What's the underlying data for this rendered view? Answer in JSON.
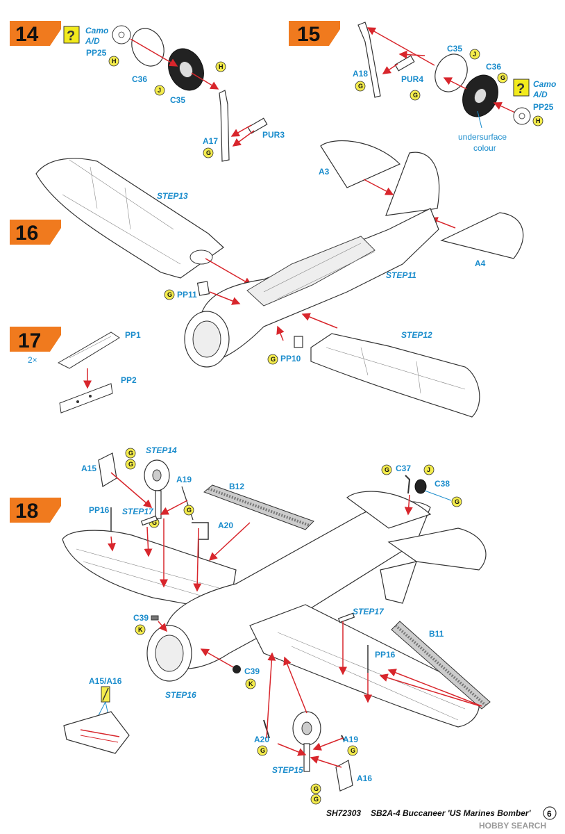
{
  "steps": {
    "s14": {
      "number": "14",
      "camo1": "Camo",
      "camo2": "A/D",
      "pp25": "PP25",
      "c36": "C36",
      "c35": "C35",
      "a17": "A17",
      "pur3": "PUR3",
      "badge_h": "H",
      "badge_j": "J",
      "badge_g": "G"
    },
    "s15": {
      "number": "15",
      "c35": "C35",
      "c36": "C36",
      "a18": "A18",
      "pur4": "PUR4",
      "camo1": "Camo",
      "camo2": "A/D",
      "pp25": "PP25",
      "note1": "undersurface",
      "note2": "colour",
      "badge_h": "H",
      "badge_j": "J",
      "badge_g": "G"
    },
    "s16": {
      "number": "16",
      "step13": "STEP13",
      "a3": "A3",
      "a4": "A4",
      "step11": "STEP11",
      "pp11": "PP11",
      "step12": "STEP12",
      "pp10": "PP10",
      "badge_g": "G"
    },
    "s17": {
      "number": "17",
      "qty": "2×",
      "pp1": "PP1",
      "pp2": "PP2"
    },
    "s18": {
      "number": "18",
      "a15": "A15",
      "step14": "STEP14",
      "a19": "A19",
      "b12": "B12",
      "pp16": "PP16",
      "step17": "STEP17",
      "a20": "A20",
      "c37": "C37",
      "c38": "C38",
      "c39": "C39",
      "b11": "B11",
      "a15a16": "A15/A16",
      "step16": "STEP16",
      "step15": "STEP15",
      "a16": "A16",
      "badge_g": "G",
      "badge_j": "J",
      "badge_k": "K"
    }
  },
  "footer": {
    "code": "SH72303",
    "title": "SB2A-4 Buccaneer 'US Marines Bomber'",
    "page": "6"
  },
  "watermark": {
    "text": "HOBBY SEARCH"
  },
  "colors": {
    "label_blue": "#1a8ccc",
    "arrow_red": "#d8262c",
    "step_orange": "#f07a1e",
    "badge_yellow": "#f4ec4c",
    "camo_yellow": "#f2ea1c"
  },
  "icons": [
    "camo-question-icon",
    "paint-badge-icon",
    "step-flag-icon"
  ]
}
